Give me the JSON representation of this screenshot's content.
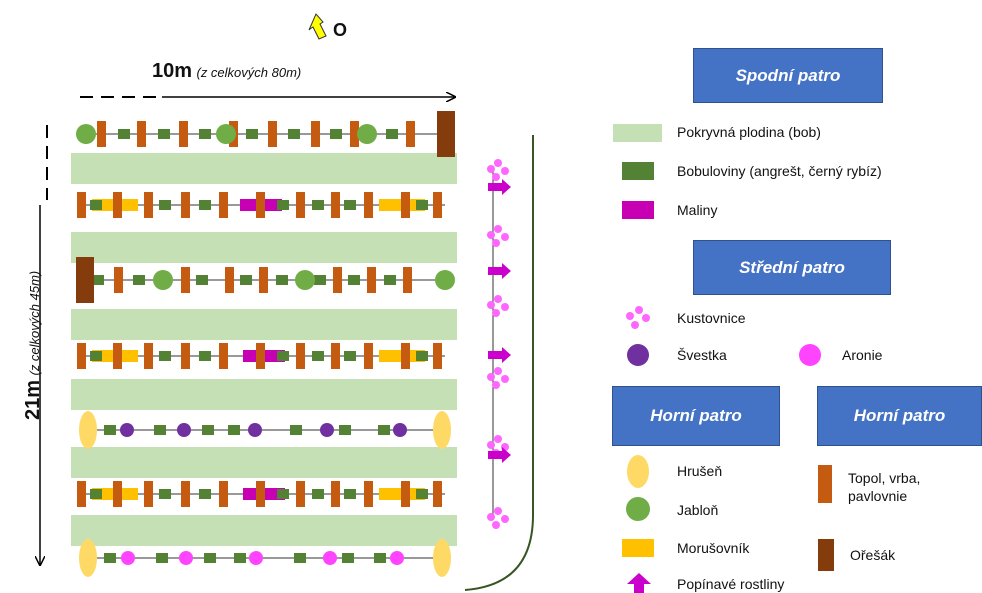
{
  "compass": {
    "label": "O"
  },
  "dims": {
    "width_main": "10m",
    "width_note": "(z celkových 80m)",
    "height_main": "21m",
    "height_note": "(z celkových 45m)"
  },
  "headers": {
    "spodni": "Spodní patro",
    "stredni": "Střední patro",
    "horni_1": "Horní patro",
    "horni_2": "Horní patro"
  },
  "legend": {
    "pokryvna": "Pokryvná plodina (bob)",
    "bobuloviny": "Bobuloviny (angrešt, černý rybíz)",
    "maliny": "Maliny",
    "kustovnice": "Kustovnice",
    "svestka": "Švestka",
    "aronie": "Aronie",
    "hrusen": "Hrušeň",
    "topol_line1": "Topol, vrba,",
    "topol_line2": "pavlovnie",
    "jablon": "Jabloň",
    "morusovnik": "Morušovník",
    "oresak": "Ořešák",
    "popinave": "Popínavé rostliny"
  },
  "colors": {
    "cover_crop": "#c5e0b4",
    "berries": "#548235",
    "raspberry": "#c800b4",
    "goji": "#ff66ff",
    "plum": "#7030a0",
    "aronia": "#ff44ff",
    "pear": "#ffd966",
    "poplar": "#c55a11",
    "apple": "#70ad47",
    "mulberry": "#ffc000",
    "walnut": "#843c0c",
    "climbing": "#cc00cc",
    "header_bg": "#4472c4",
    "border_line": "#375623"
  }
}
